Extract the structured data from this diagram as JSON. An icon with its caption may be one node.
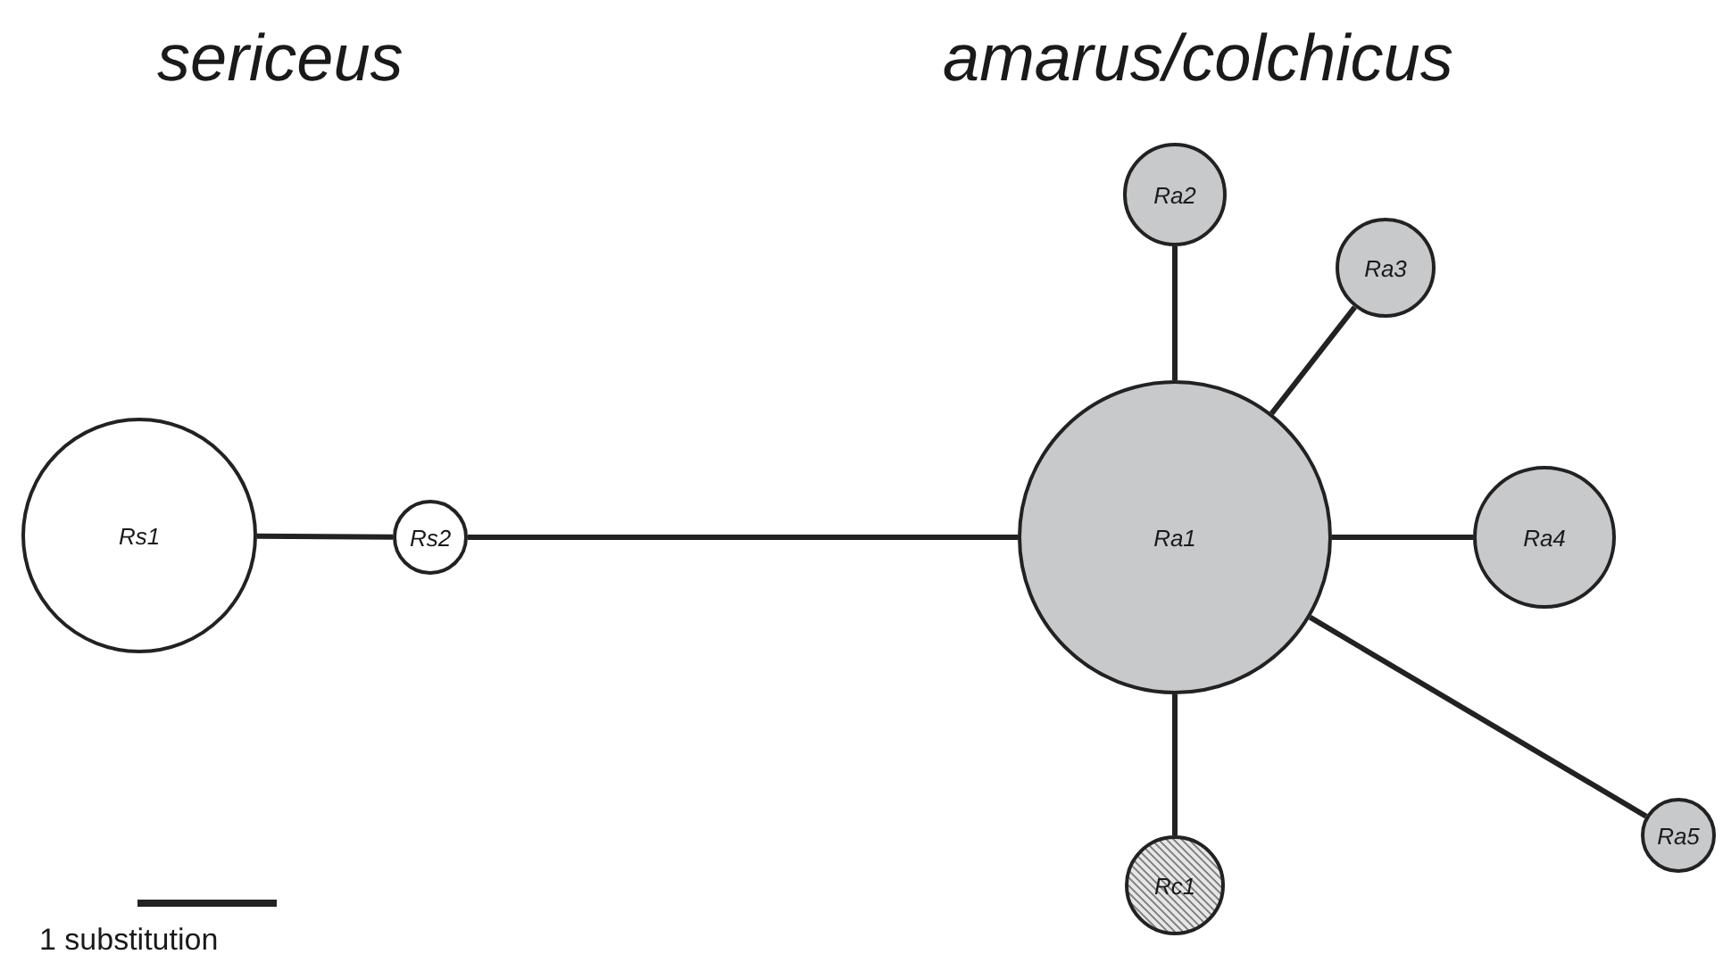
{
  "diagram": {
    "nodes": [
      {
        "text": [
          "Rs1"
        ]
      },
      {
        "text": [
          "Rs2"
        ]
      },
      {
        "text": [
          "Ra1"
        ]
      },
      {
        "text": [
          "Ra2"
        ]
      },
      {
        "text": [
          "Ra3"
        ]
      },
      {
        "text": [
          "Ra4"
        ]
      },
      {
        "text": [
          "Ra5"
        ]
      },
      {
        "text": [
          "Rc1"
        ]
      }
    ],
    "edges": [
      {
        "from": 0,
        "to": 1,
        "arrow": "none"
      },
      {
        "from": 1,
        "to": 2,
        "arrow": "none"
      },
      {
        "from": 2,
        "to": 3,
        "arrow": "none"
      },
      {
        "from": 2,
        "to": 4,
        "arrow": "none"
      },
      {
        "from": 2,
        "to": 5,
        "arrow": "none"
      },
      {
        "from": 2,
        "to": 6,
        "arrow": "none"
      },
      {
        "from": 2,
        "to": 7,
        "arrow": "none"
      }
    ],
    "labels": [
      "sericeus",
      "amarus/colchicus",
      "1 substitution"
    ]
  }
}
